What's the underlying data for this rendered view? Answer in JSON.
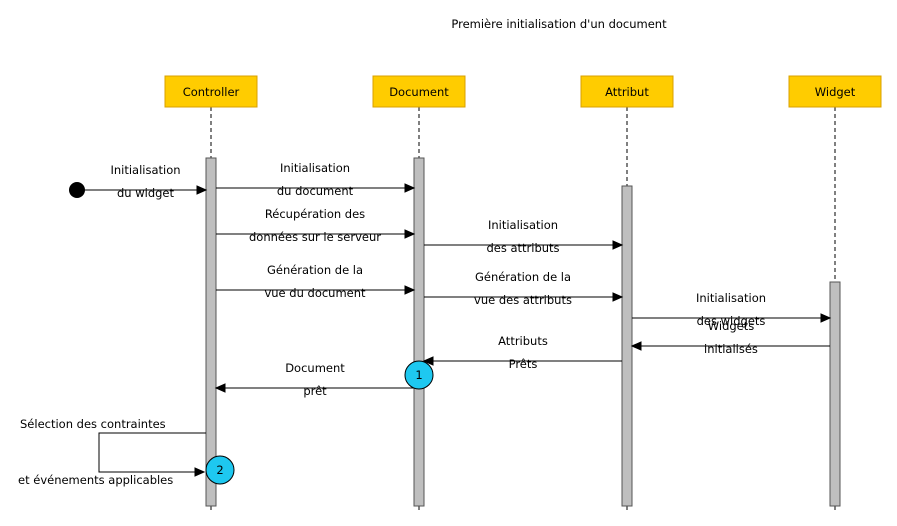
{
  "diagram": {
    "title": "Première initialisation d'un document",
    "colors": {
      "participant_fill": "#FFCC00",
      "participant_stroke": "#D8A000",
      "activation_fill": "#BFBFBF",
      "activation_stroke": "#555555",
      "marker_fill": "#1EC8F0",
      "start_dot": "#000000"
    },
    "participants": [
      {
        "id": "controller",
        "label": "Controller"
      },
      {
        "id": "document",
        "label": "Document"
      },
      {
        "id": "attribut",
        "label": "Attribut"
      },
      {
        "id": "widget",
        "label": "Widget"
      }
    ],
    "messages": [
      {
        "from": "start",
        "to": "controller",
        "lines": [
          "Initialisation",
          "du widget"
        ]
      },
      {
        "from": "controller",
        "to": "document",
        "lines": [
          "Initialisation",
          "du document"
        ]
      },
      {
        "from": "controller",
        "to": "document",
        "lines": [
          "Récupération des",
          "données sur le serveur"
        ]
      },
      {
        "from": "document",
        "to": "attribut",
        "lines": [
          "Initialisation",
          "des attributs"
        ]
      },
      {
        "from": "controller",
        "to": "document",
        "lines": [
          "Génération de la",
          "vue du document"
        ]
      },
      {
        "from": "document",
        "to": "attribut",
        "lines": [
          "Génération de la",
          "vue des attributs"
        ]
      },
      {
        "from": "attribut",
        "to": "widget",
        "lines": [
          "Initialisation",
          "des widgets"
        ]
      },
      {
        "from": "widget",
        "to": "attribut",
        "lines": [
          "Widgets",
          "initialisés"
        ]
      },
      {
        "from": "attribut",
        "to": "document",
        "lines": [
          "Attributs",
          "Prêts"
        ]
      },
      {
        "from": "document",
        "to": "controller",
        "lines": [
          "Document",
          "prêt"
        ]
      }
    ],
    "self_message": {
      "participant": "controller",
      "lines": [
        "Sélection des contraintes",
        "et événements applicables"
      ]
    },
    "markers": [
      {
        "label": "1",
        "participant": "document"
      },
      {
        "label": "2",
        "participant": "controller"
      }
    ]
  }
}
